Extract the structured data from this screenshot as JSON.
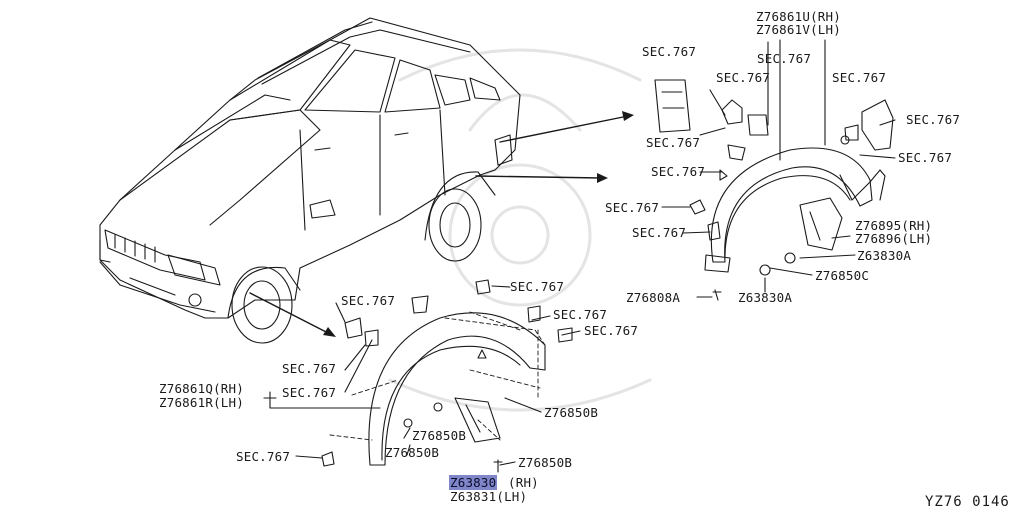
{
  "diagram": {
    "id": "YZ76 0146",
    "section_refs": {
      "s1": "SEC.767",
      "s2": "SEC.767",
      "s3": "SEC.767",
      "s4": "SEC.767",
      "s5": "SEC.767",
      "s6": "SEC.767",
      "s7": "SEC.767",
      "s8": "SEC.767",
      "s9": "SEC.767",
      "s10": "SEC.767",
      "s11": "SEC.767",
      "s12": "SEC.767",
      "s13": "SEC.767",
      "s14": "SEC.767",
      "s15": "SEC.767",
      "s16": "SEC.767",
      "s17": "SEC.767"
    },
    "rear_parts": {
      "moulding_rh": "Z76861U(RH)",
      "moulding_lh": "Z76861V(LH)",
      "mudguard_rh": "Z76895(RH)",
      "mudguard_lh": "Z76896(LH)",
      "screw_a_1": "Z63830A",
      "screw_a_2": "Z63830A",
      "clip_c": "Z76850C",
      "bolt_a": "Z76808A"
    },
    "front_parts": {
      "moulding_rh": "Z76861Q(RH)",
      "moulding_lh": "Z76861R(LH)",
      "clip_b_1": "Z76850B",
      "clip_b_2": "Z76850B",
      "clip_b_3": "Z76850B",
      "clip_b_4": "Z76850B",
      "screw_rh": "Z63830(RH)",
      "screw_lh": "Z63831(LH)"
    }
  }
}
